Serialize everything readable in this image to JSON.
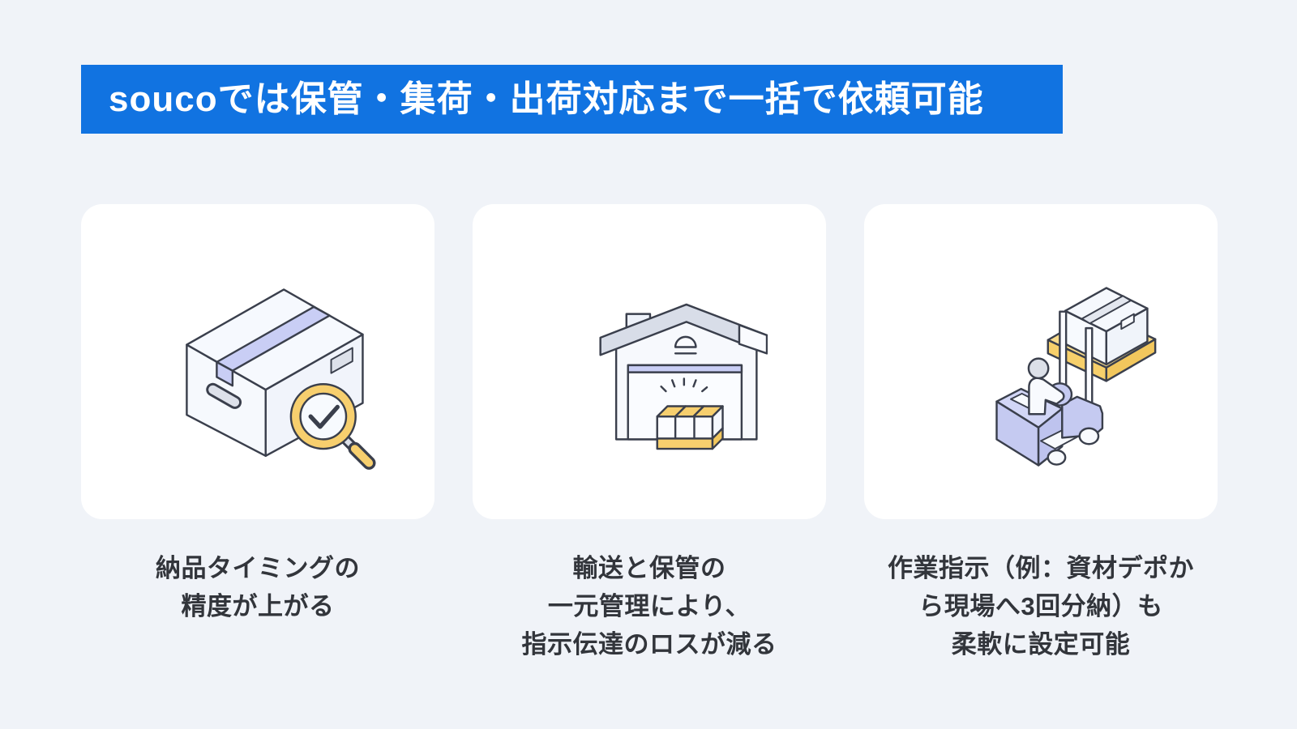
{
  "page": {
    "background_color": "#F0F3F8"
  },
  "header": {
    "title": "soucoでは保管・集荷・出荷対応まで一括で依頼可能",
    "background_color": "#1173E1",
    "text_color": "#FFFFFF"
  },
  "cards": [
    {
      "illustration": "box-with-check-magnifier",
      "caption_lines": [
        "納品タイミングの",
        "精度が上がる"
      ]
    },
    {
      "illustration": "warehouse-with-boxes",
      "caption_lines": [
        "輸送と保管の",
        "一元管理により、",
        "指示伝達のロスが減る"
      ]
    },
    {
      "illustration": "forklift-loading-box",
      "caption_lines": [
        "作業指示（例：資材デポか",
        "ら現場へ3回分納）も",
        "柔軟に設定可能"
      ]
    }
  ],
  "colors": {
    "accent_blue": "#1173E1",
    "highlight_yellow": "#F7CF6E",
    "lavender": "#C5CAF1",
    "tape_lavender": "#C9CEF5",
    "outline": "#3A3F4C",
    "card_background": "#FFFFFF",
    "caption_text": "#32353B"
  }
}
